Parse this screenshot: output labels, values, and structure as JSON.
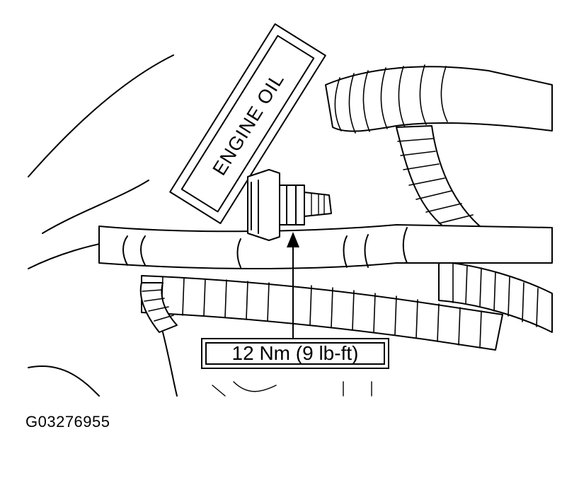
{
  "diagram": {
    "part_label": "ENGINE OIL",
    "torque_label": "12 Nm (9 lb-ft)",
    "figure_id": "G03276955"
  }
}
